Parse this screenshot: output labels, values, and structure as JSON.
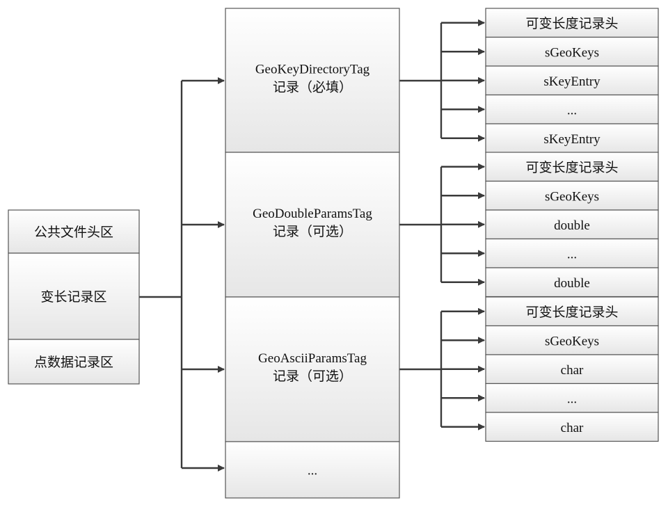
{
  "colors": {
    "box_border": "#555555",
    "connector": "#3a3a3a",
    "gradient_top": "#ffffff",
    "gradient_bottom": "#e6e6e6",
    "text": "#111111"
  },
  "file_structure": [
    {
      "label": "公共文件头区"
    },
    {
      "label": "变长记录区"
    },
    {
      "label": "点数据记录区"
    }
  ],
  "vlr_records": [
    {
      "lines": [
        "GeoKeyDirectoryTag",
        "记录（必填）"
      ],
      "fields": [
        "可变长度记录头",
        "sGeoKeys",
        "sKeyEntry",
        "...",
        "sKeyEntry"
      ]
    },
    {
      "lines": [
        "GeoDoubleParamsTag",
        "记录（可选）"
      ],
      "fields": [
        "可变长度记录头",
        "sGeoKeys",
        "double",
        "...",
        "double"
      ]
    },
    {
      "lines": [
        "GeoAsciiParamsTag",
        "记录（可选）"
      ],
      "fields": [
        "可变长度记录头",
        "sGeoKeys",
        "char",
        "...",
        "char"
      ]
    },
    {
      "lines": [
        "..."
      ],
      "fields": []
    }
  ]
}
